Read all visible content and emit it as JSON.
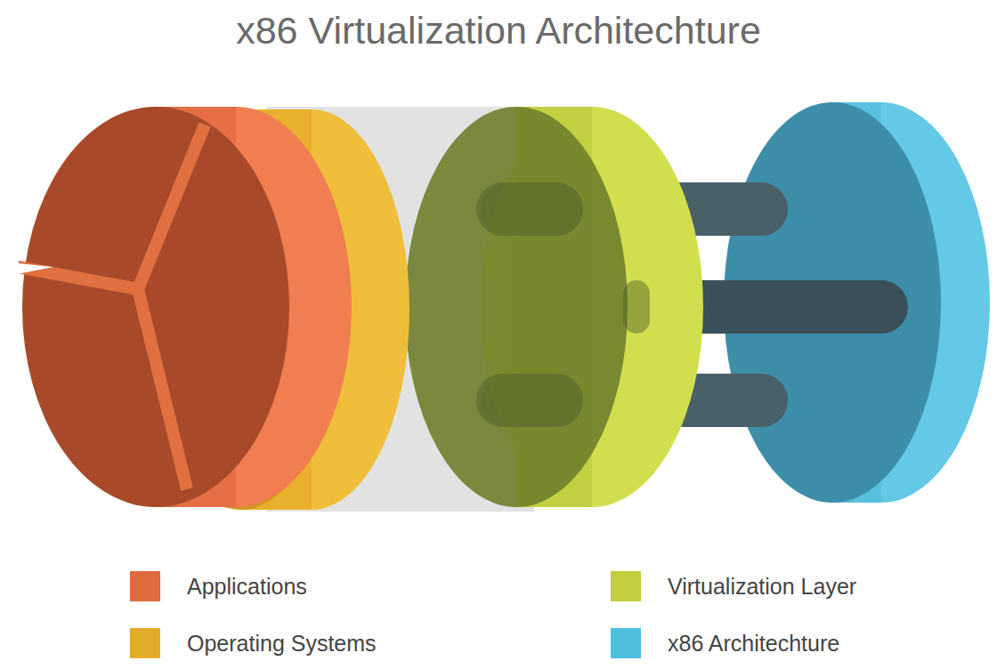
{
  "diagram": {
    "title": "x86 Virtualization Architechture",
    "legend": [
      {
        "text": "Applications",
        "color": "#df6a3e"
      },
      {
        "text": "Operating Systems",
        "color": "#e4aa2a"
      },
      {
        "text": "Virtualization Layer",
        "color": "#c3cc3a"
      },
      {
        "text": "x86 Architechture",
        "color": "#4fbfe0"
      }
    ]
  }
}
